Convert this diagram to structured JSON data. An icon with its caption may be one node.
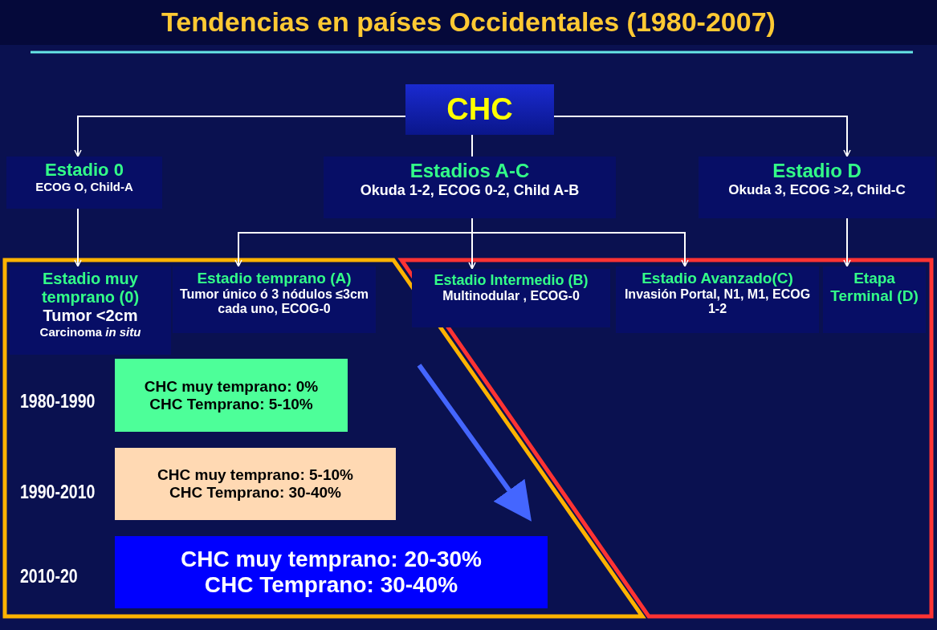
{
  "diagram": {
    "title": "Tendencias en países Occidentales (1980-2007)",
    "nodes": [
      {
        "text": [
          "CHC"
        ]
      },
      {
        "text": [
          "Estadio 0",
          "ECOG O, Child-A"
        ]
      },
      {
        "text": [
          "Estadios A-C",
          "Okuda 1-2, ECOG 0-2, Child A-B"
        ]
      },
      {
        "text": [
          "Estadio  D",
          "Okuda 3, ECOG >2, Child-C"
        ]
      },
      {
        "text": [
          "Estadio muy temprano (0)",
          "Tumor <2cm",
          "Carcinoma *in situ*"
        ]
      },
      {
        "text": [
          "Estadio temprano (A)",
          "Tumor único ó 3 nódulos ≤3cm cada uno, ECOG-0"
        ]
      },
      {
        "text": [
          "Estadio Intermedio (B)",
          "Multinodular , ECOG-0"
        ]
      },
      {
        "text": [
          "Estadio Avanzado(C)",
          "Invasión Portal, N1, M1, ECOG 1-2"
        ]
      },
      {
        "text": [
          "Etapa Terminal (D)"
        ]
      },
      {
        "text": [
          "CHC muy temprano: 0%",
          "CHC Temprano: 5-10%"
        ]
      },
      {
        "text": [
          "CHC muy temprano: 5-10%",
          "CHC Temprano: 30-40%"
        ]
      },
      {
        "text": [
          "CHC muy temprano: 20-30%",
          "CHC Temprano: 30-40%"
        ]
      }
    ],
    "edges": [
      {
        "from": 0,
        "to": 1,
        "arrow": "to"
      },
      {
        "from": 0,
        "to": 2,
        "arrow": "none"
      },
      {
        "from": 0,
        "to": 3,
        "arrow": "to"
      },
      {
        "from": 1,
        "to": 4,
        "arrow": "to"
      },
      {
        "from": 2,
        "to": 5,
        "arrow": "to"
      },
      {
        "from": 2,
        "to": 6,
        "arrow": "to"
      },
      {
        "from": 2,
        "to": 7,
        "arrow": "to"
      },
      {
        "from": 3,
        "to": 8,
        "arrow": "to"
      }
    ],
    "labels": [
      "1980-1990",
      "1990-2010",
      "2010-20"
    ]
  }
}
